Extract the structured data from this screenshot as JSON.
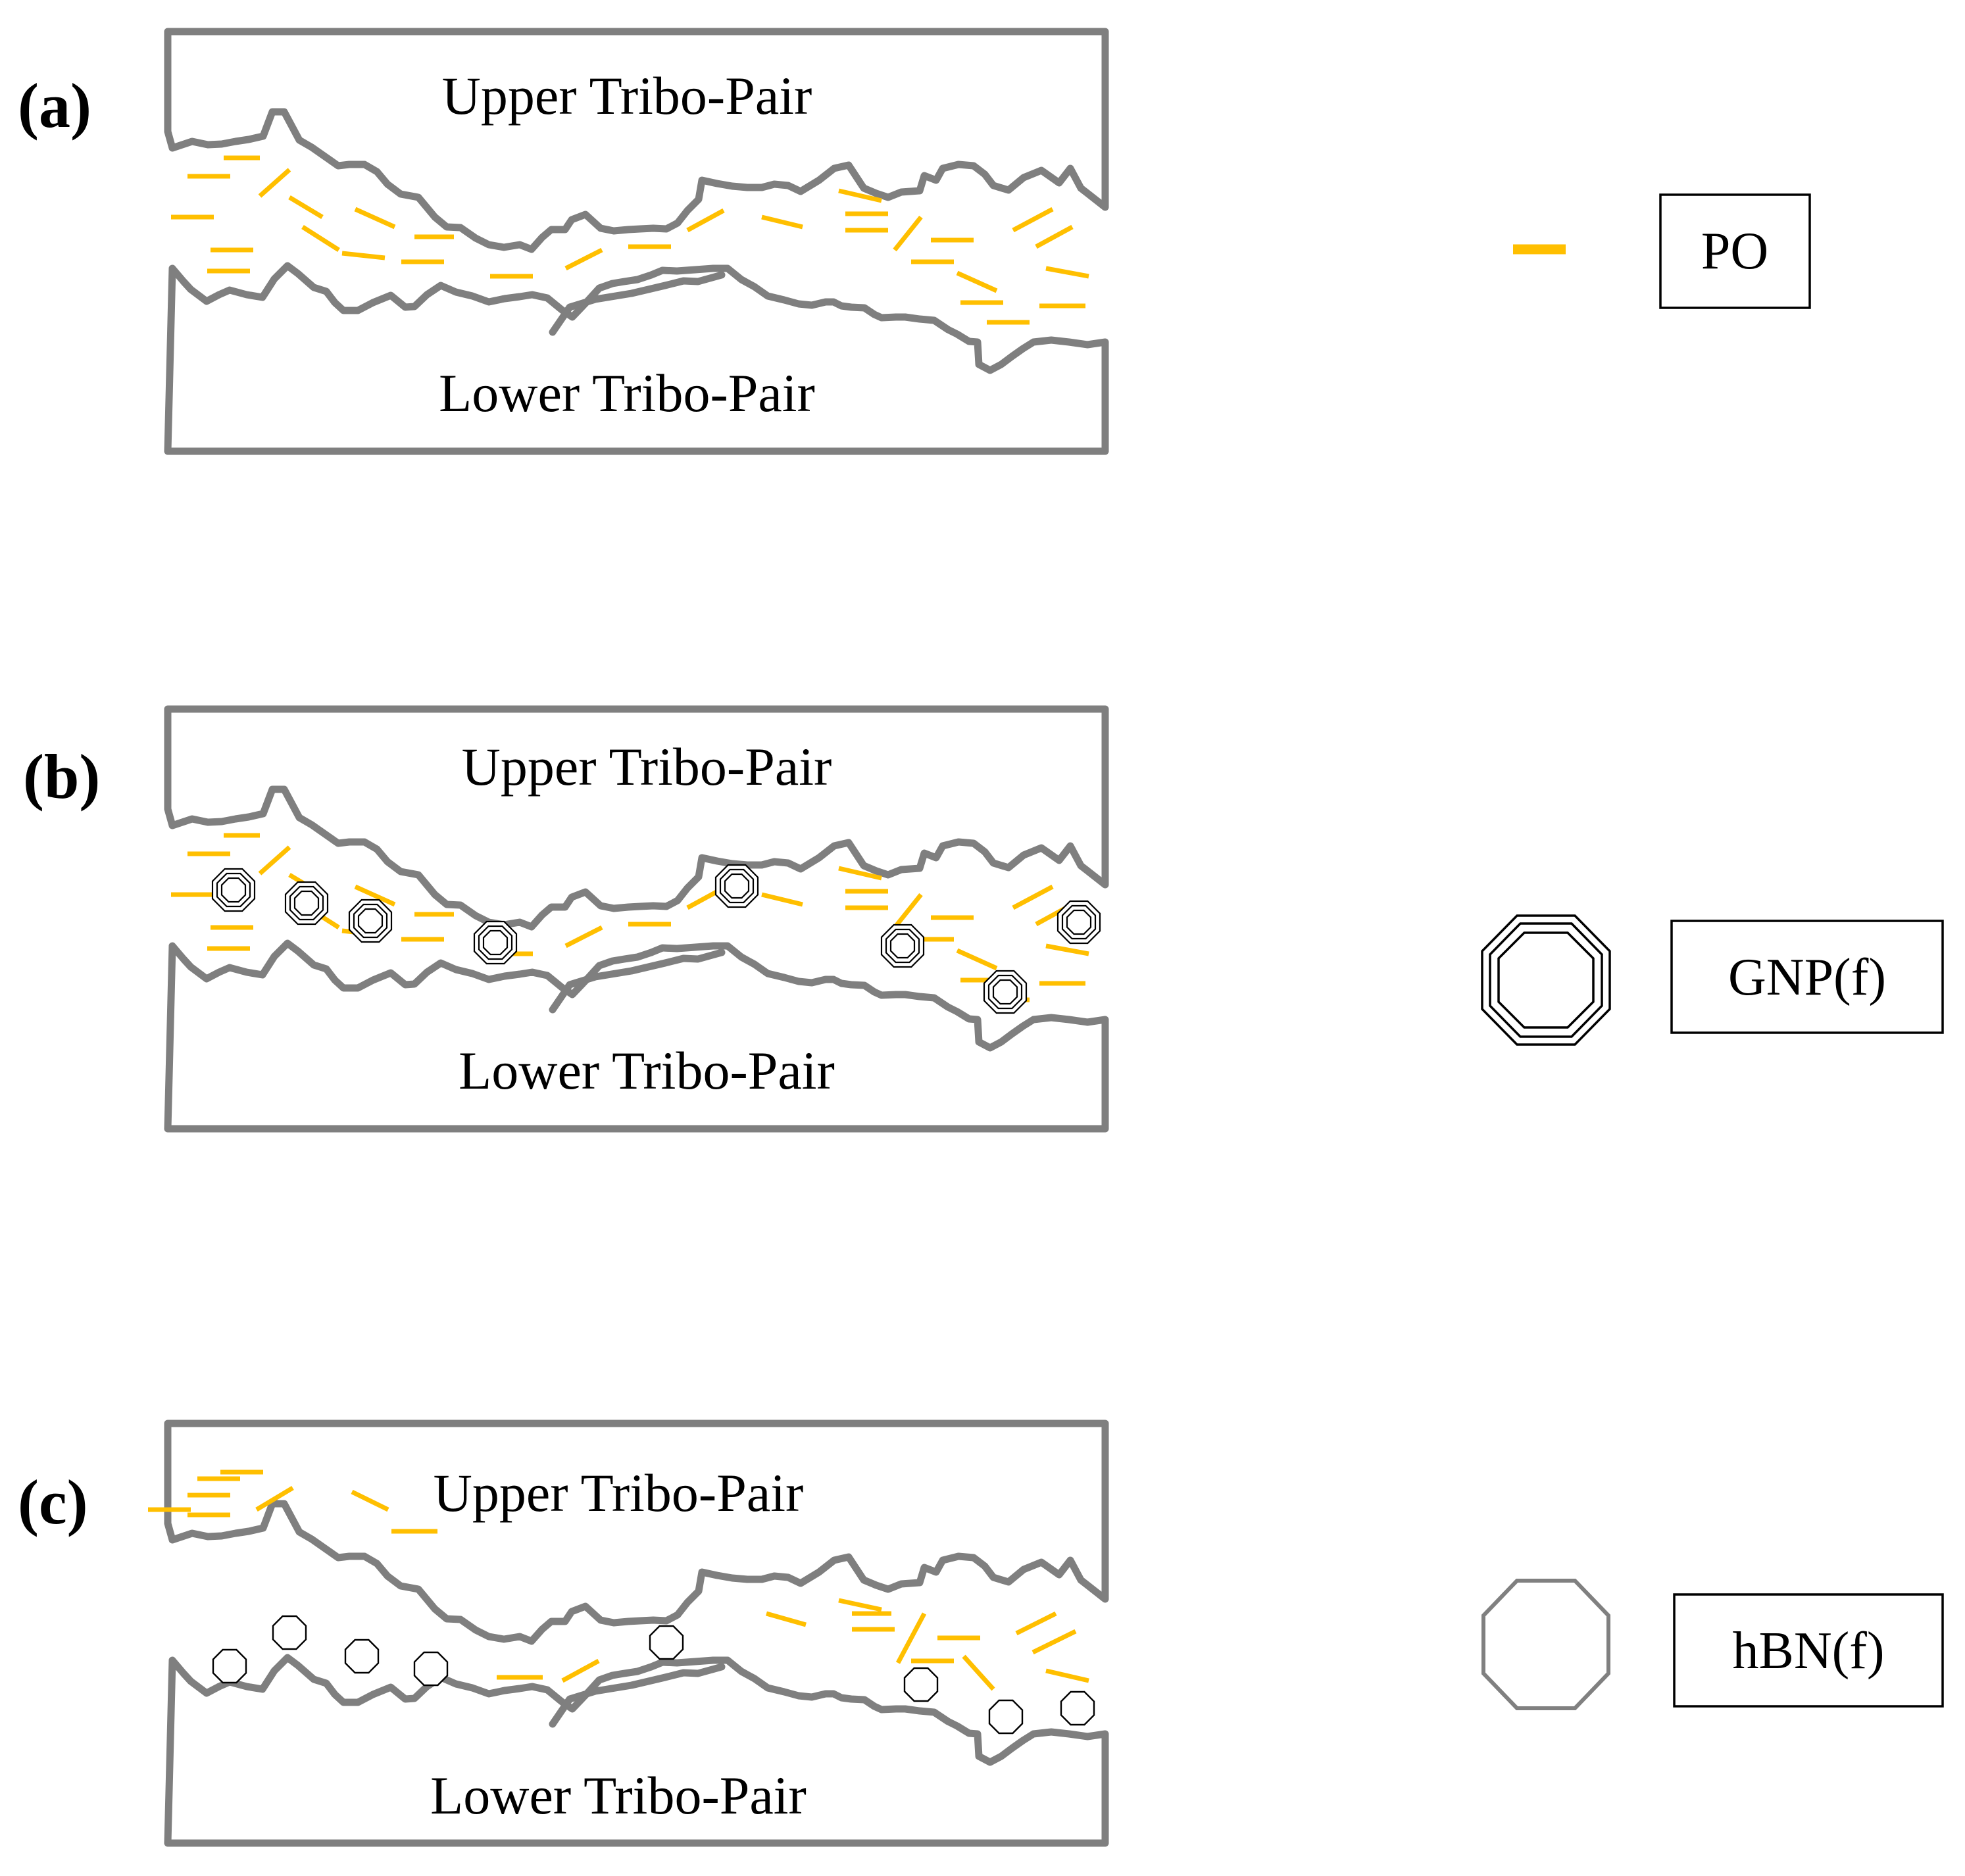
{
  "panels": [
    {
      "label": "(a)",
      "upper": "Upper Tribo-Pair",
      "lower": "Lower Tribo-Pair"
    },
    {
      "label": "(b)",
      "upper": "Upper Tribo-Pair",
      "lower": "Lower Tribo-Pair"
    },
    {
      "label": "(c)",
      "upper": "Upper Tribo-Pair",
      "lower": "Lower Tribo-Pair"
    }
  ],
  "legend": [
    {
      "key": "po",
      "text": "PO"
    },
    {
      "key": "gnp",
      "text": "GNP(f)"
    },
    {
      "key": "hbn",
      "text": "hBN(f)"
    }
  ],
  "colors": {
    "frame": "#7f7f7f",
    "po": "#ffbf00",
    "outline": "#000000"
  }
}
